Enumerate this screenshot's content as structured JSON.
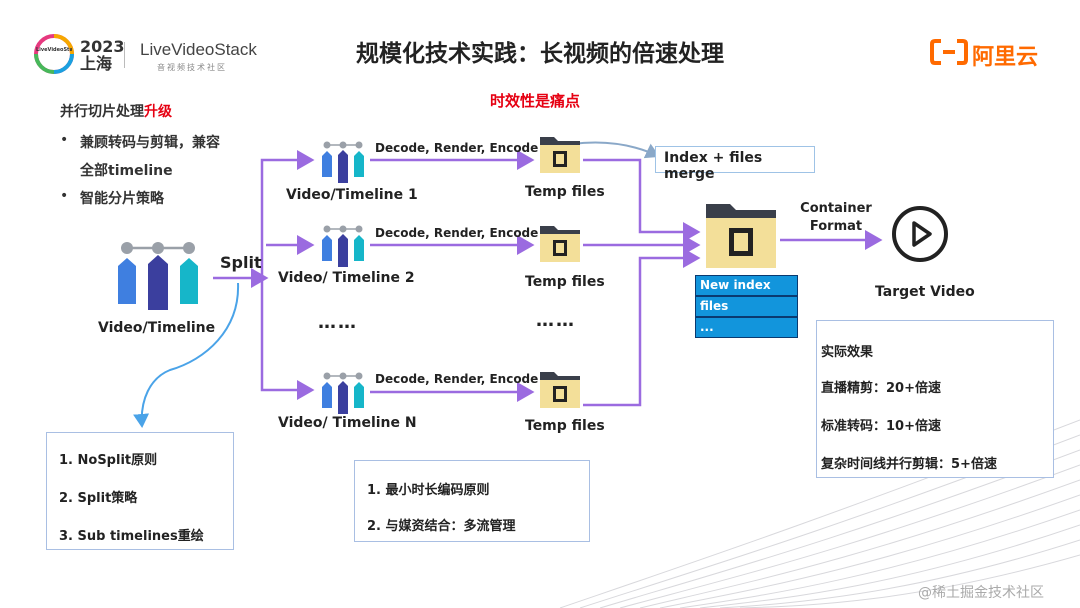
{
  "header": {
    "title": "规模化技术实践：长视频的倍速处理",
    "conf_badge": "LiveVideoStackCon",
    "conf_year": "2023",
    "conf_city": "上海",
    "lvs_brand": "LiveVideoStack",
    "lvs_sub": "音视频技术社区",
    "aliyun_text": "阿里云"
  },
  "left_panel": {
    "title_prefix": "并行切片处理",
    "title_highlight": "升级",
    "items": [
      "兼顾转码与剪辑，兼容",
      "全部timeline",
      "智能分片策略"
    ]
  },
  "timeliness_note": "时效性是痛点",
  "diagram": {
    "source_label": "Video/Timeline",
    "split_label": "Split",
    "branches": [
      {
        "label": "Video/Timeline 1",
        "process": "Decode, Render, Encode",
        "output": "Temp files"
      },
      {
        "label": "Video/ Timeline 2",
        "process": "Decode, Render, Encode",
        "output": "Temp files"
      },
      {
        "label": "Video/ Timeline N",
        "process": "Decode, Render, Encode",
        "output": "Temp files"
      }
    ],
    "ellipsis_left": "……",
    "ellipsis_right": "……",
    "merge_label": "Index + files merge",
    "index_rows": [
      "New index",
      "files",
      "..."
    ],
    "container_label_1": "Container",
    "container_label_2": "Format",
    "target_label": "Target Video"
  },
  "split_principles": [
    "1. NoSplit原则",
    "2. Split策略",
    "3. Sub timelines重绘"
  ],
  "encoding_principles": [
    "1. 最小时长编码原则",
    "2. 与媒资结合：多流管理"
  ],
  "effects": {
    "title": "实际效果",
    "items": [
      "直播精剪：20+倍速",
      "标准转码：10+倍速",
      "复杂时间线并行剪辑：5+倍速"
    ]
  },
  "watermark": "@稀土掘金技术社区",
  "colors": {
    "arrow_purple": "#9b6be0",
    "arrow_blue": "#4aa3e8",
    "icon_blue": "#3f7fe0",
    "icon_navy": "#3b3f9e",
    "icon_teal": "#16b6c9",
    "folder_tan": "#f3df99",
    "index_blue": "#1295dc",
    "accent_red": "#e60012",
    "aliyun_orange": "#ff6a00"
  }
}
